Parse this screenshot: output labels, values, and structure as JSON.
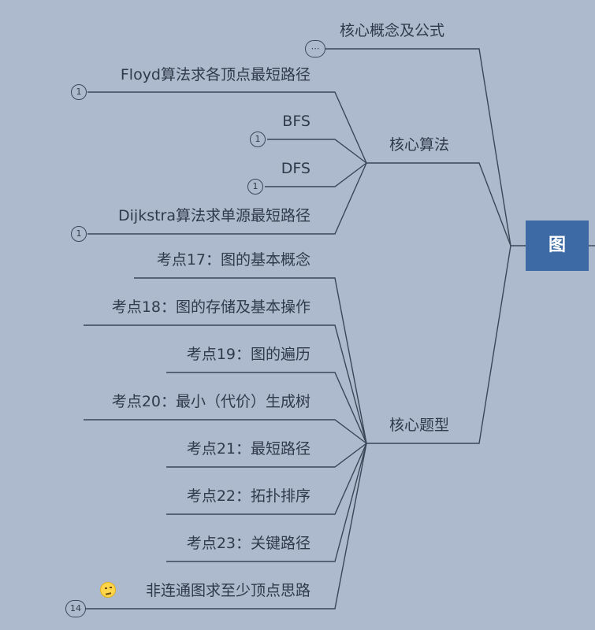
{
  "root": {
    "label": "图"
  },
  "branches": {
    "concepts": {
      "label": "核心概念及公式",
      "badge": "⋯"
    },
    "algorithms": {
      "label": "核心算法",
      "children": [
        {
          "label": "Floyd算法求各顶点最短路径",
          "badge": "1"
        },
        {
          "label": "BFS",
          "badge": "1"
        },
        {
          "label": "DFS",
          "badge": "1"
        },
        {
          "label": "Dijkstra算法求单源最短路径",
          "badge": "1"
        }
      ]
    },
    "questions": {
      "label": "核心题型",
      "children": [
        {
          "label": "考点17：图的基本概念"
        },
        {
          "label": "考点18：图的存储及基本操作"
        },
        {
          "label": "考点19：图的遍历"
        },
        {
          "label": "考点20：最小（代价）生成树"
        },
        {
          "label": "考点21：最短路径"
        },
        {
          "label": "考点22：拓扑排序"
        },
        {
          "label": "考点23：关键路径"
        },
        {
          "label": "非连通图求至少顶点思路",
          "badge": "14",
          "icon": "confused-face-icon"
        }
      ]
    }
  },
  "colors": {
    "background": "#adbace",
    "line": "#3a4658",
    "root_fill": "#3d6aa4",
    "root_text": "#ffffff"
  }
}
